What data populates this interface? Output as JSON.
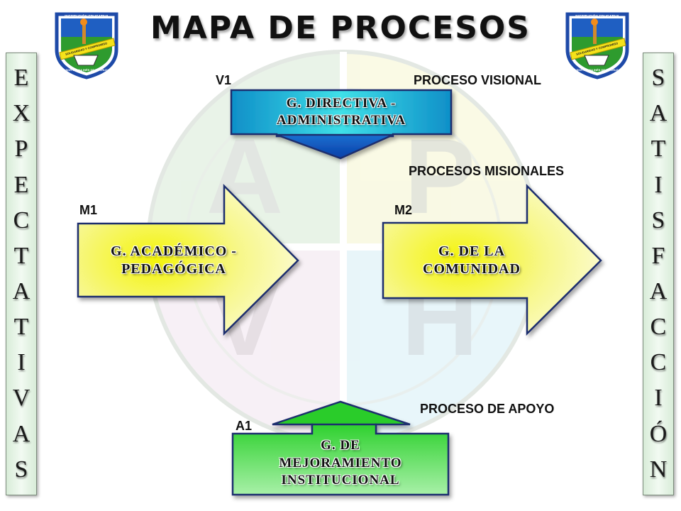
{
  "title": "MAPA DE PROCESOS",
  "logo": {
    "text_top": "INSTITUCIÓN EDUCATIVA",
    "text_banner": "SOLIDARIDAD Y COMPROMISO",
    "text_bottom": "SOR JUANA INÉS DE LA CRUZ"
  },
  "left_panel": {
    "word": "EXPECTATIVAS",
    "letters": [
      "E",
      "X",
      "P",
      "E",
      "C",
      "T",
      "A",
      "T",
      "I",
      "V",
      "A",
      "S"
    ]
  },
  "right_panel": {
    "word": "SATISFACCIÓN",
    "letters": [
      "S",
      "A",
      "T",
      "I",
      "S",
      "F",
      "A",
      "C",
      "C",
      "I",
      "Ó",
      "N"
    ]
  },
  "background_letters": [
    "A",
    "P",
    "V",
    "H"
  ],
  "labels": {
    "v1": "V1",
    "proceso_visional": "PROCESO VISIONAL",
    "procesos_misionales": "PROCESOS MISIONALES",
    "m1": "M1",
    "m2": "M2",
    "proceso_apoyo": "PROCESO DE APOYO",
    "a1": "A1"
  },
  "processes": {
    "directiva": {
      "lines": [
        "G. DIRECTIVA -",
        "ADMINISTRATIVA"
      ]
    },
    "academico": {
      "lines": [
        "G. ACADÉMICO -",
        "PEDAGÓGICA"
      ]
    },
    "comunidad": {
      "lines": [
        "G. DE LA",
        "COMUNIDAD"
      ]
    },
    "mejoramiento": {
      "lines": [
        "G. DE",
        "MEJORAMIENTO",
        "INSTITUCIONAL"
      ]
    }
  },
  "colors": {
    "directiva": "#1aa7d8",
    "arrows": "#f3f34a",
    "mejoramiento": "#33cc33",
    "outline": "#1f2f6e"
  }
}
